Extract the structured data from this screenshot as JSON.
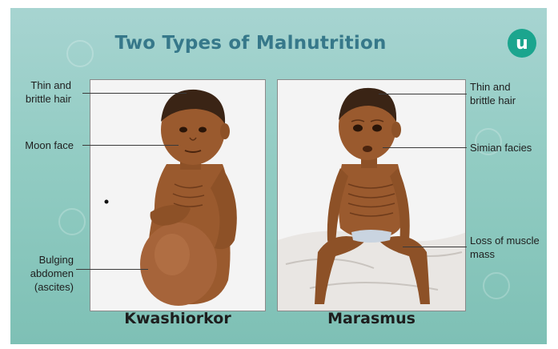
{
  "title": "Two Types of Malnutrition",
  "logo": {
    "glyph": "u",
    "icon": "brand-logo-icon",
    "color": "#1ba58e"
  },
  "left_panel": {
    "caption": "Kwashiorkor",
    "labels": [
      {
        "id": "hair",
        "text": "Thin and\nbrittle hair"
      },
      {
        "id": "face",
        "text": "Moon face"
      },
      {
        "id": "abdomen",
        "text": "Bulging\nabdomen\n(ascites)"
      }
    ]
  },
  "right_panel": {
    "caption": "Marasmus",
    "labels": [
      {
        "id": "hair",
        "text": "Thin and\nbrittle hair"
      },
      {
        "id": "face",
        "text": "Simian facies"
      },
      {
        "id": "muscle",
        "text": "Loss of muscle\nmass"
      }
    ]
  },
  "colors": {
    "background": "#92ccc3",
    "title": "#36788a",
    "skin": "#9a5a2e",
    "hair": "#3a2415"
  }
}
